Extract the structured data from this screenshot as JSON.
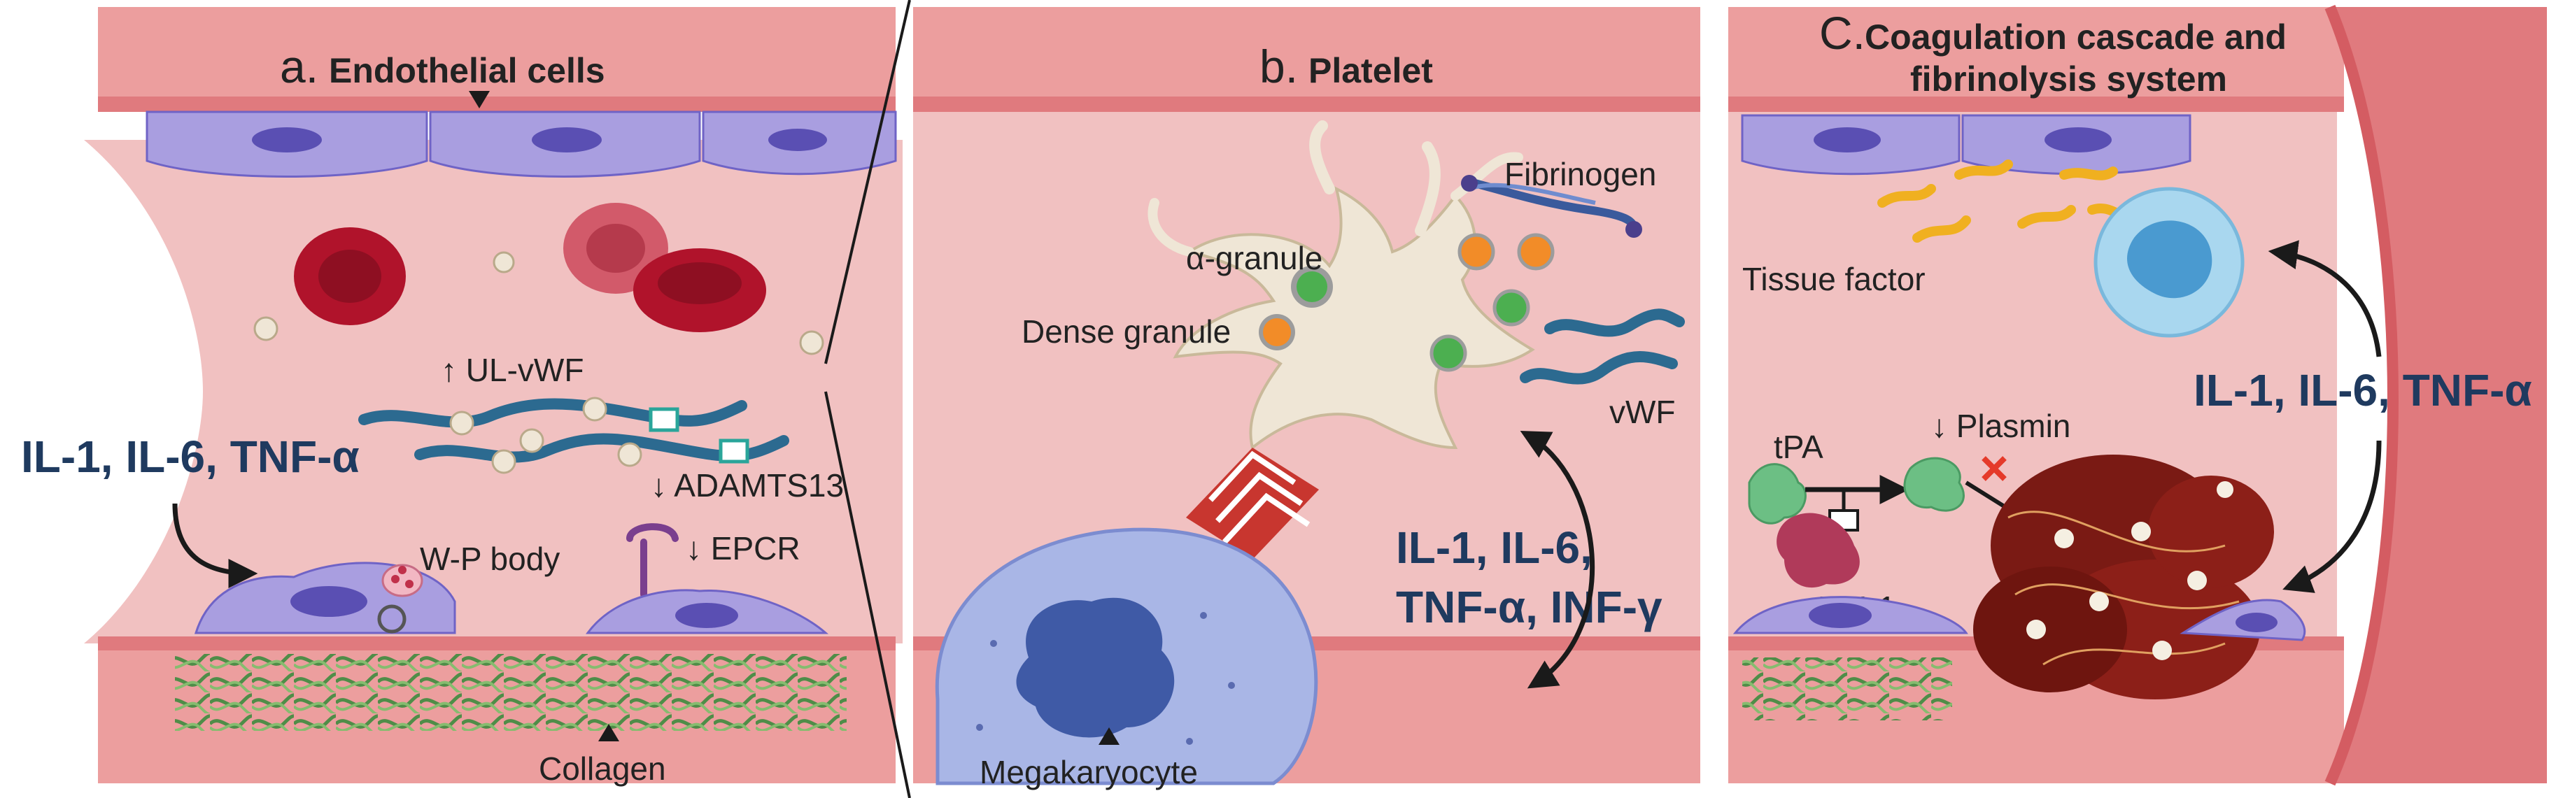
{
  "panels": {
    "a": {
      "letter": "a.",
      "title": "Endothelial cells",
      "cytokines": "IL-1, IL-6, TNF-α",
      "labels": {
        "ul_vwf": "↑ UL-vWF",
        "adamts13": "↓ ADAMTS13",
        "epcr": "↓ EPCR",
        "wp_body": "W-P body",
        "collagen": "Collagen"
      }
    },
    "b": {
      "letter": "b.",
      "title": "Platelet",
      "cytokines_line1": "IL-1, IL-6,",
      "cytokines_line2": "TNF-α, INF-γ",
      "labels": {
        "fibrinogen": "Fibrinogen",
        "alpha_granule": "α-granule",
        "dense_granule": "Dense granule",
        "vwf": "vWF",
        "megakaryocyte": "Megakaryocyte"
      }
    },
    "c": {
      "letter": "C.",
      "title_line1": "Coagulation cascade and",
      "title_line2": "fibrinolysis system",
      "cytokines": "IL-1, IL-6, TNF-α",
      "labels": {
        "tissue_factor": "Tissue factor",
        "plasmin": "↓ Plasmin",
        "tpa": "tPA",
        "pai1": "↑PAI-1"
      }
    }
  },
  "colors": {
    "vessel_lumen": "#f1c1c1",
    "vessel_wall": "#e8a0a0",
    "wall_stripe": "#d9777a",
    "endothelium": "#a99ee0",
    "nucleus": "#5a4fb3",
    "rbc": "#b0132b",
    "platelet": "#efe6d6",
    "vwf": "#2c6a90",
    "cytokine_text": "#1f3a5f",
    "collagen": "#4f9a4f",
    "tissue_factor": "#f0b020",
    "monocyte": "#a9d7ef",
    "tpa": "#6cbf84",
    "pai1": "#b03a5a",
    "clot": "#7a1a14",
    "inhibit_x": "#e53a2a",
    "megakaryocyte": "#a9b6e6"
  },
  "icons": [
    "red-blood-cell-icon",
    "platelet-icon",
    "vwf-multimer-icon",
    "fibrinogen-icon",
    "megakaryocyte-icon",
    "monocyte-icon",
    "clot-icon",
    "inhibition-x-icon"
  ]
}
